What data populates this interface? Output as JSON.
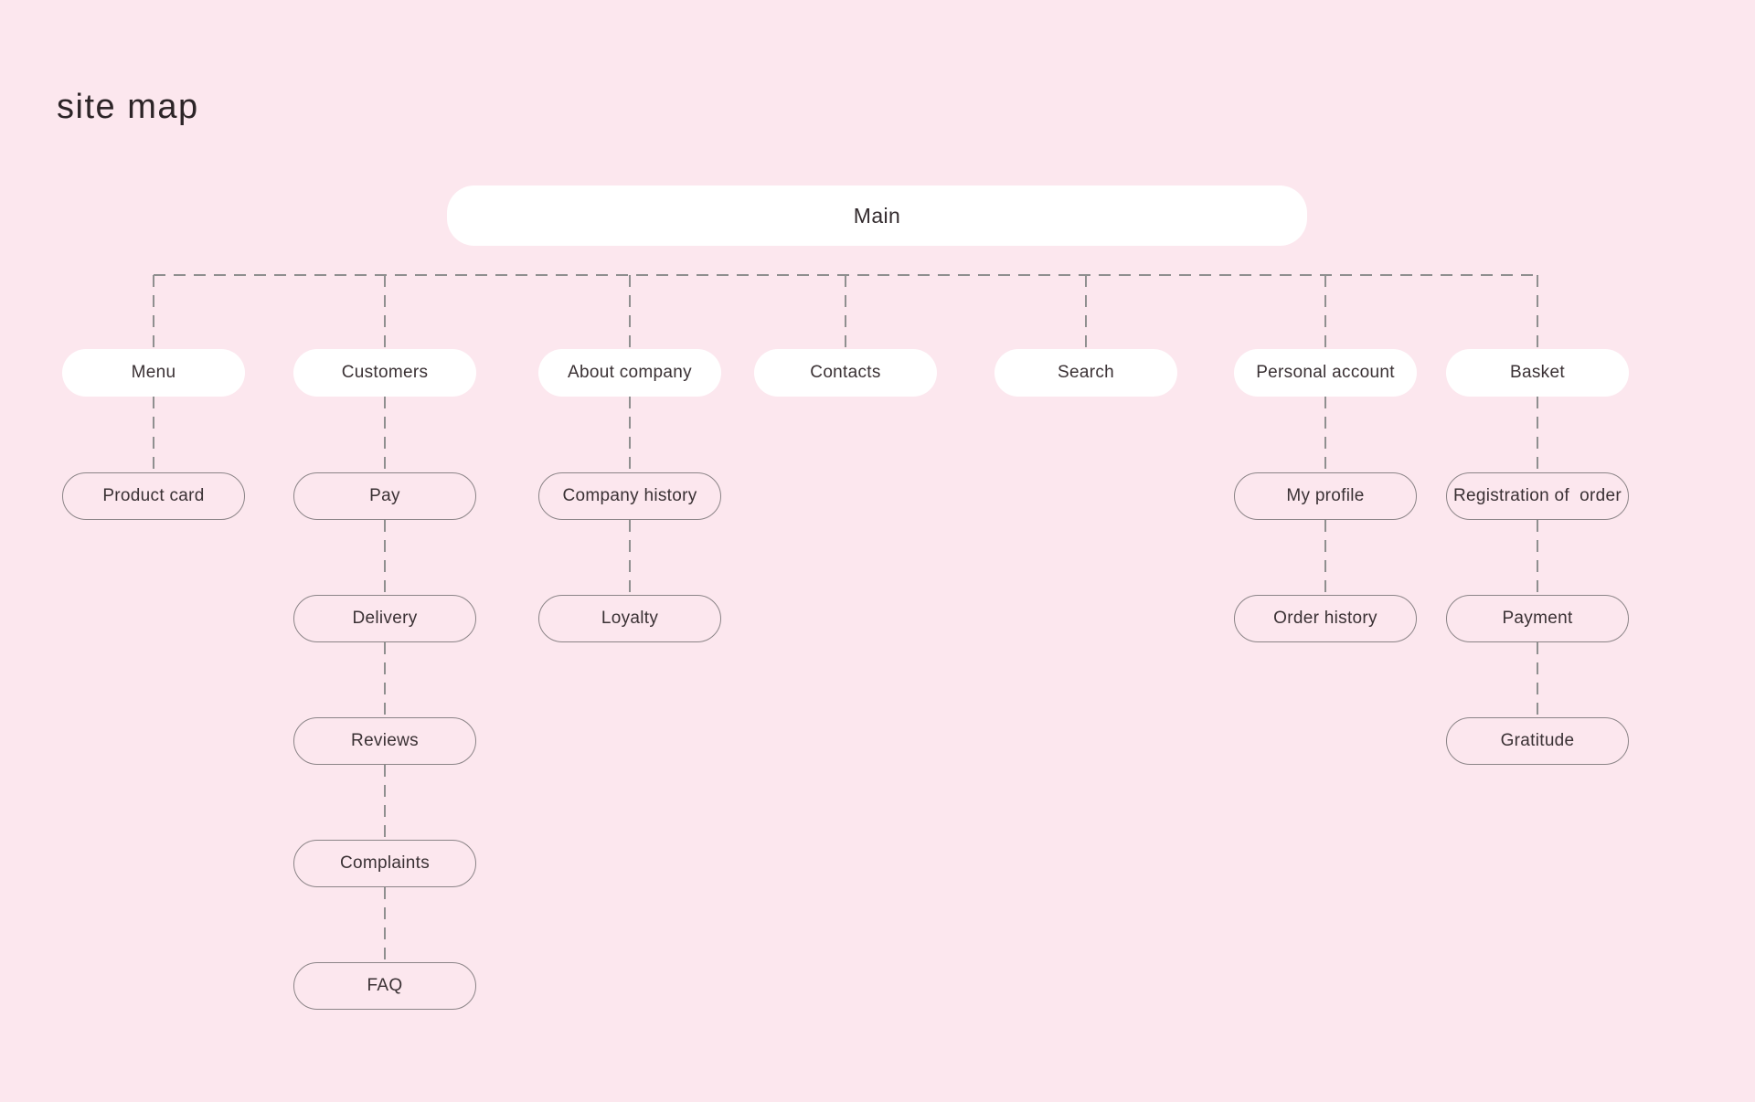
{
  "page": {
    "title": "site map",
    "background_color": "#fce7ee"
  },
  "diagram": {
    "root": {
      "label": "Main"
    },
    "branches": [
      {
        "label": "Menu",
        "children": [
          "Product card"
        ]
      },
      {
        "label": "Customers",
        "children": [
          "Pay",
          "Delivery",
          "Reviews",
          "Complaints",
          "FAQ"
        ]
      },
      {
        "label": "About company",
        "children": [
          "Company history",
          "Loyalty"
        ]
      },
      {
        "label": "Contacts",
        "children": []
      },
      {
        "label": "Search",
        "children": []
      },
      {
        "label": "Personal account",
        "children": [
          "My profile",
          "Order history"
        ]
      },
      {
        "label": "Basket",
        "children": [
          "Registration of  order",
          "Payment",
          "Gratitude"
        ]
      }
    ],
    "colors": {
      "top_node_fill": "#ffffff",
      "child_node_border": "#8b8487",
      "connector_line": "#8f8f8f",
      "node_text": "#3a3134",
      "title_text": "#2c2427"
    }
  }
}
